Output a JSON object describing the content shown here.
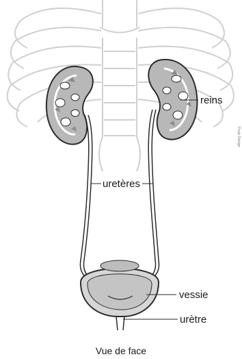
{
  "labels": {
    "kidneys": "reins",
    "ureters": "uretères",
    "bladder": "vessie",
    "urethra": "urètre"
  },
  "caption": "Vue de face",
  "credit": "Pouly Design",
  "colors": {
    "outline": "#2b2b2b",
    "ribs": "#cfcfcf",
    "kidney_fill": "#b8b8b8",
    "kidney_dark": "#8c8c8c",
    "bladder_fill": "#d6d6d6"
  }
}
